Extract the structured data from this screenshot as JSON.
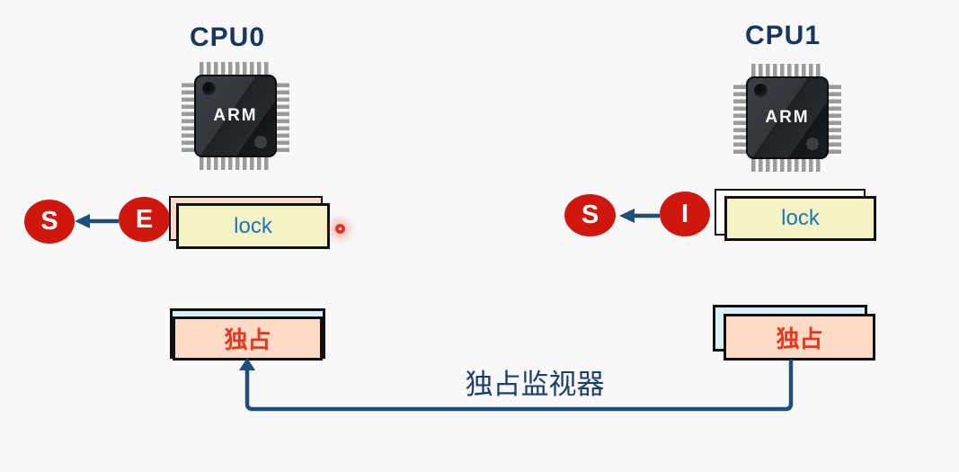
{
  "colors": {
    "background": "#f8f8f9",
    "navy": "#17365d",
    "line_blue": "#1f4e79",
    "state_red": "#d0170f",
    "lock_yellow": "#f3f3c6",
    "lock_text_blue": "#2173b5",
    "peach": "#fbdac6",
    "peach_light": "#f9dccb",
    "cyan_light": "#d9f0f7",
    "card_white": "#fdfdfd",
    "label_red": "#e93620",
    "caption_navy": "#1d3e6d"
  },
  "cpu0": {
    "title": "CPU0",
    "chip_label": "ARM",
    "state_target": "S",
    "state_current": "E",
    "cache_line_label": "lock"
  },
  "cpu1": {
    "title": "CPU1",
    "chip_label": "ARM",
    "state_target": "S",
    "state_current": "I",
    "cache_line_label": "lock"
  },
  "monitor": {
    "cpu0_box_label": "独占",
    "cpu1_box_label": "独占",
    "caption": "独占监视器"
  }
}
